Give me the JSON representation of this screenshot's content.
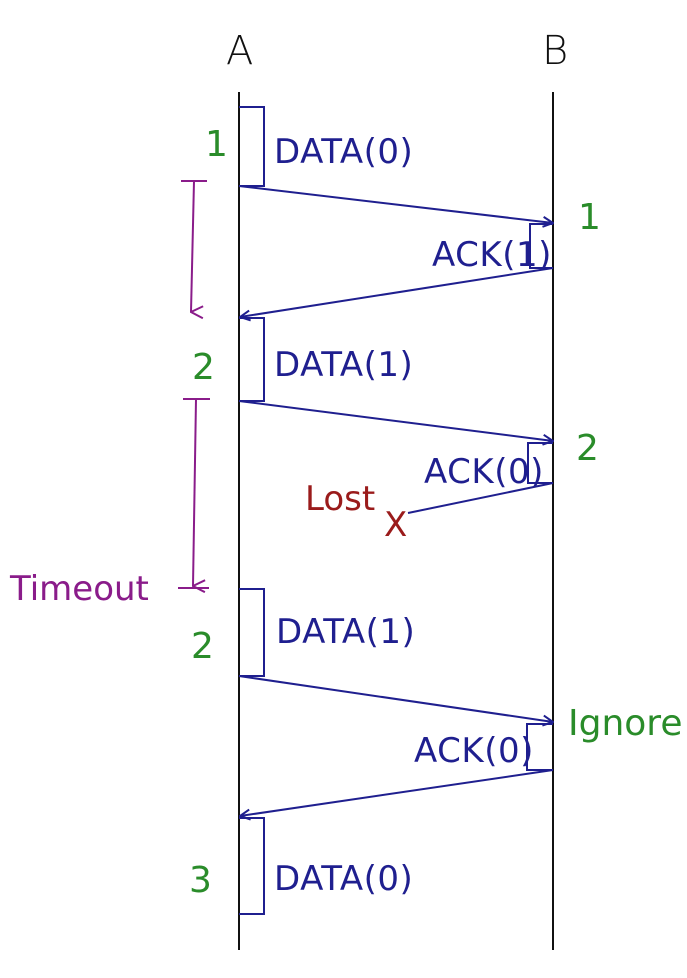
{
  "colors": {
    "line": "#111111",
    "message": "#1f1f8f",
    "sequence": "#2a8c2a",
    "timeout": "#8a1c8a",
    "lost": "#9a1b1b"
  },
  "nodes": {
    "a": "A",
    "b": "B"
  },
  "messages": {
    "data1": "DATA(0)",
    "ack1": "ACK(1)",
    "data2": "DATA(1)",
    "ack2": "ACK(0)",
    "data3": "DATA(1)",
    "ack3": "ACK(0)",
    "data4": "DATA(0)"
  },
  "sequence": {
    "a1": "1",
    "b1": "1",
    "a2": "2",
    "b2": "2",
    "a3": "2",
    "b3": "Ignore",
    "a4": "3"
  },
  "notes": {
    "lost": "Lost",
    "lost_mark": "X",
    "timeout": "Timeout"
  }
}
